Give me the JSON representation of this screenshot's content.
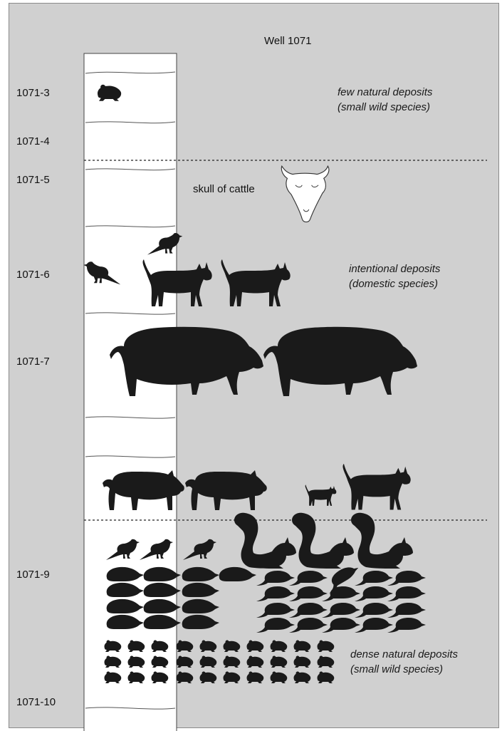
{
  "title": "Well 1071",
  "layers": {
    "l3": "1071-3",
    "l4": "1071-4",
    "l5": "1071-5",
    "l6": "1071-6",
    "l7": "1071-7",
    "l9": "1071-9",
    "l10": "1071-10"
  },
  "annotations": {
    "few_1": "few natural deposits",
    "few_2": "(small wild species)",
    "skull": "skull of cattle",
    "intentional_1": "intentional deposits",
    "intentional_2": "(domestic species)",
    "dense_1": "dense natural deposits",
    "dense_2": "(small wild species)"
  },
  "colors": {
    "background": "#d0d0d0",
    "well_fill": "#ffffff",
    "silhouette": "#1a1a1a"
  },
  "icons": [
    "frog-icon",
    "cattle-skull-icon",
    "bird-icon",
    "cat-icon",
    "pig-icon",
    "piglet-icon",
    "squirrel-icon",
    "mole-icon",
    "rodent-icon"
  ]
}
